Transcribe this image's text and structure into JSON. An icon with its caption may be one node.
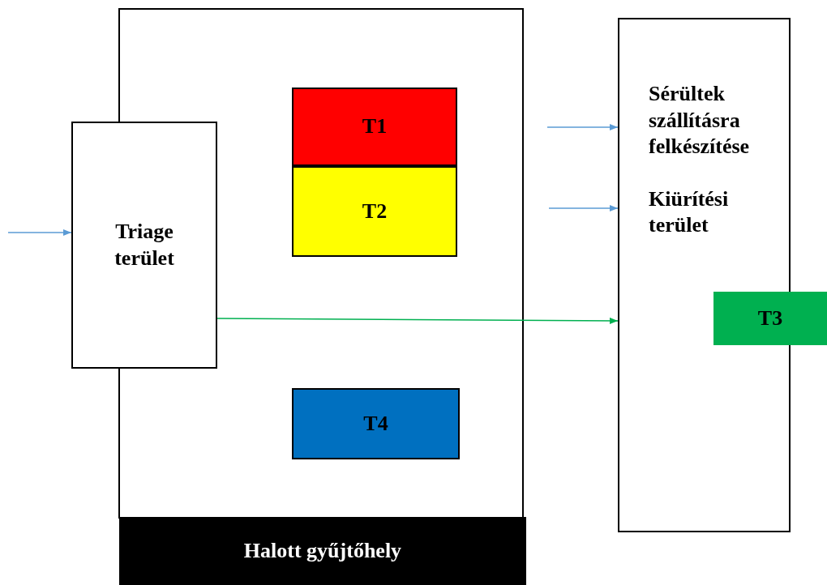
{
  "diagram": {
    "nodes": [
      {
        "text": [],
        "shape": "box"
      },
      {
        "text": [
          "Triage terület"
        ]
      },
      {
        "text": [
          "T1"
        ],
        "in": 0
      },
      {
        "text": [
          "T2"
        ],
        "in": 0
      },
      {
        "text": [
          "T4"
        ],
        "in": 0
      },
      {
        "text": [
          "Sérültek szállításra felkészítése",
          "Kiürítési terület"
        ]
      },
      {
        "text": [
          "T3"
        ]
      },
      {
        "text": [
          "Halott gyűjtőhely"
        ]
      }
    ],
    "edges": [
      {
        "from": null,
        "to": 1,
        "arrow": "to"
      },
      {
        "from": null,
        "to": 5,
        "arrow": "to"
      },
      {
        "from": null,
        "to": 5,
        "arrow": "to"
      },
      {
        "from": 1,
        "to": 5,
        "arrow": "to",
        "color": "#00b050"
      }
    ]
  }
}
